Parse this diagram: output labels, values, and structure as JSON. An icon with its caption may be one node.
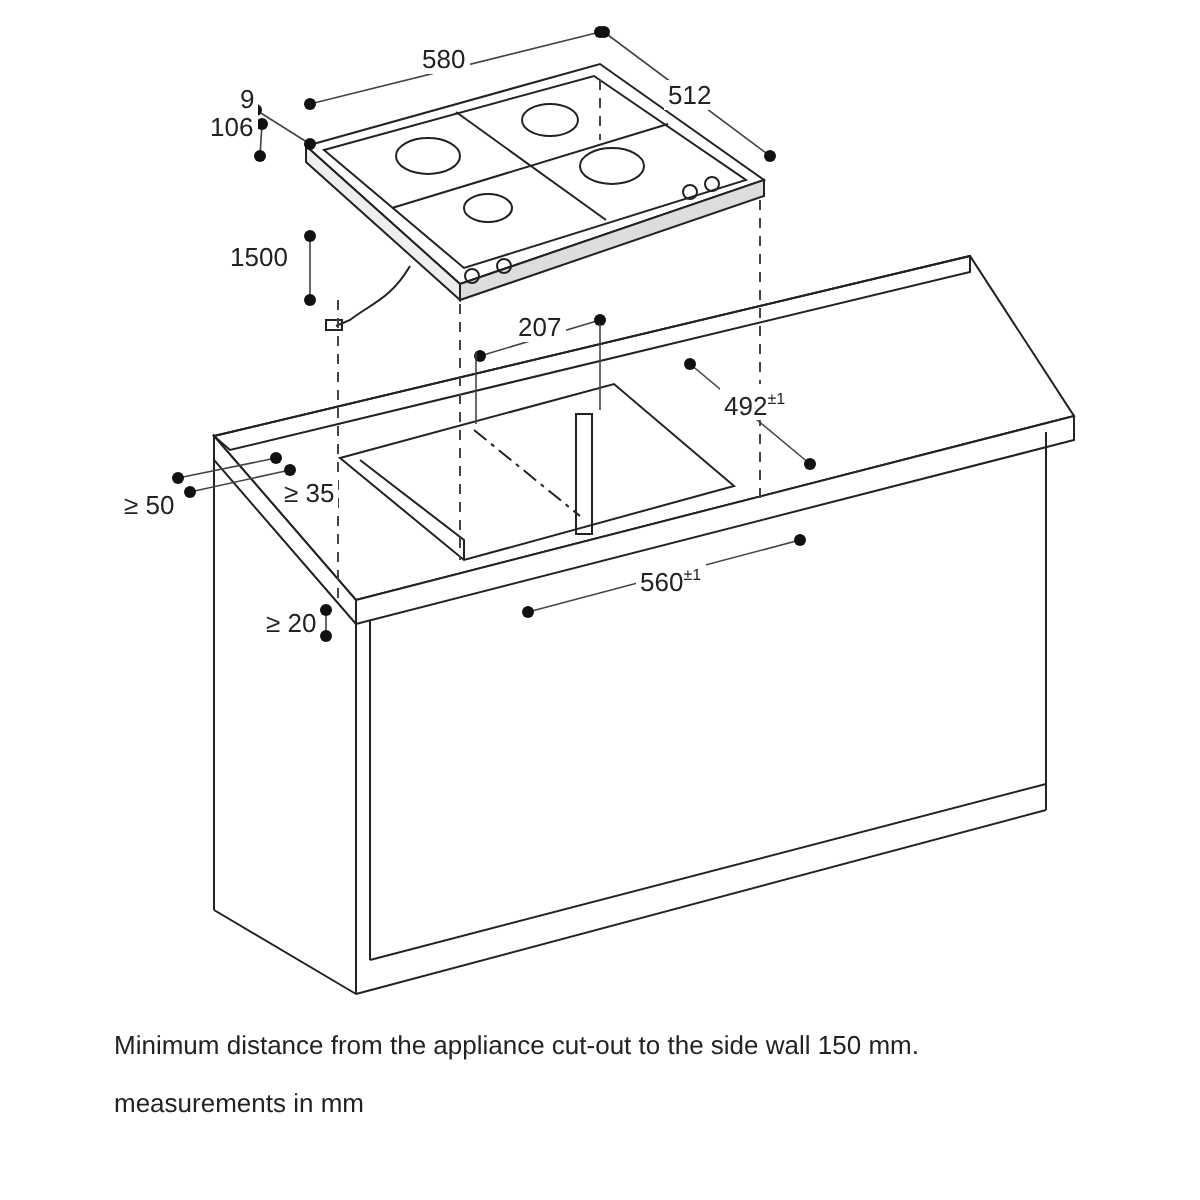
{
  "diagram": {
    "labels": [
      "580",
      "512",
      "9",
      "106",
      "1500",
      "207",
      "492$^{±1}$",
      "≥ 50",
      "≥ 35",
      "560$^{±1}$",
      "≥ 20",
      "Minimum distance from the appliance cut-out to the side wall 150 mm.",
      "measurements in mm"
    ]
  }
}
